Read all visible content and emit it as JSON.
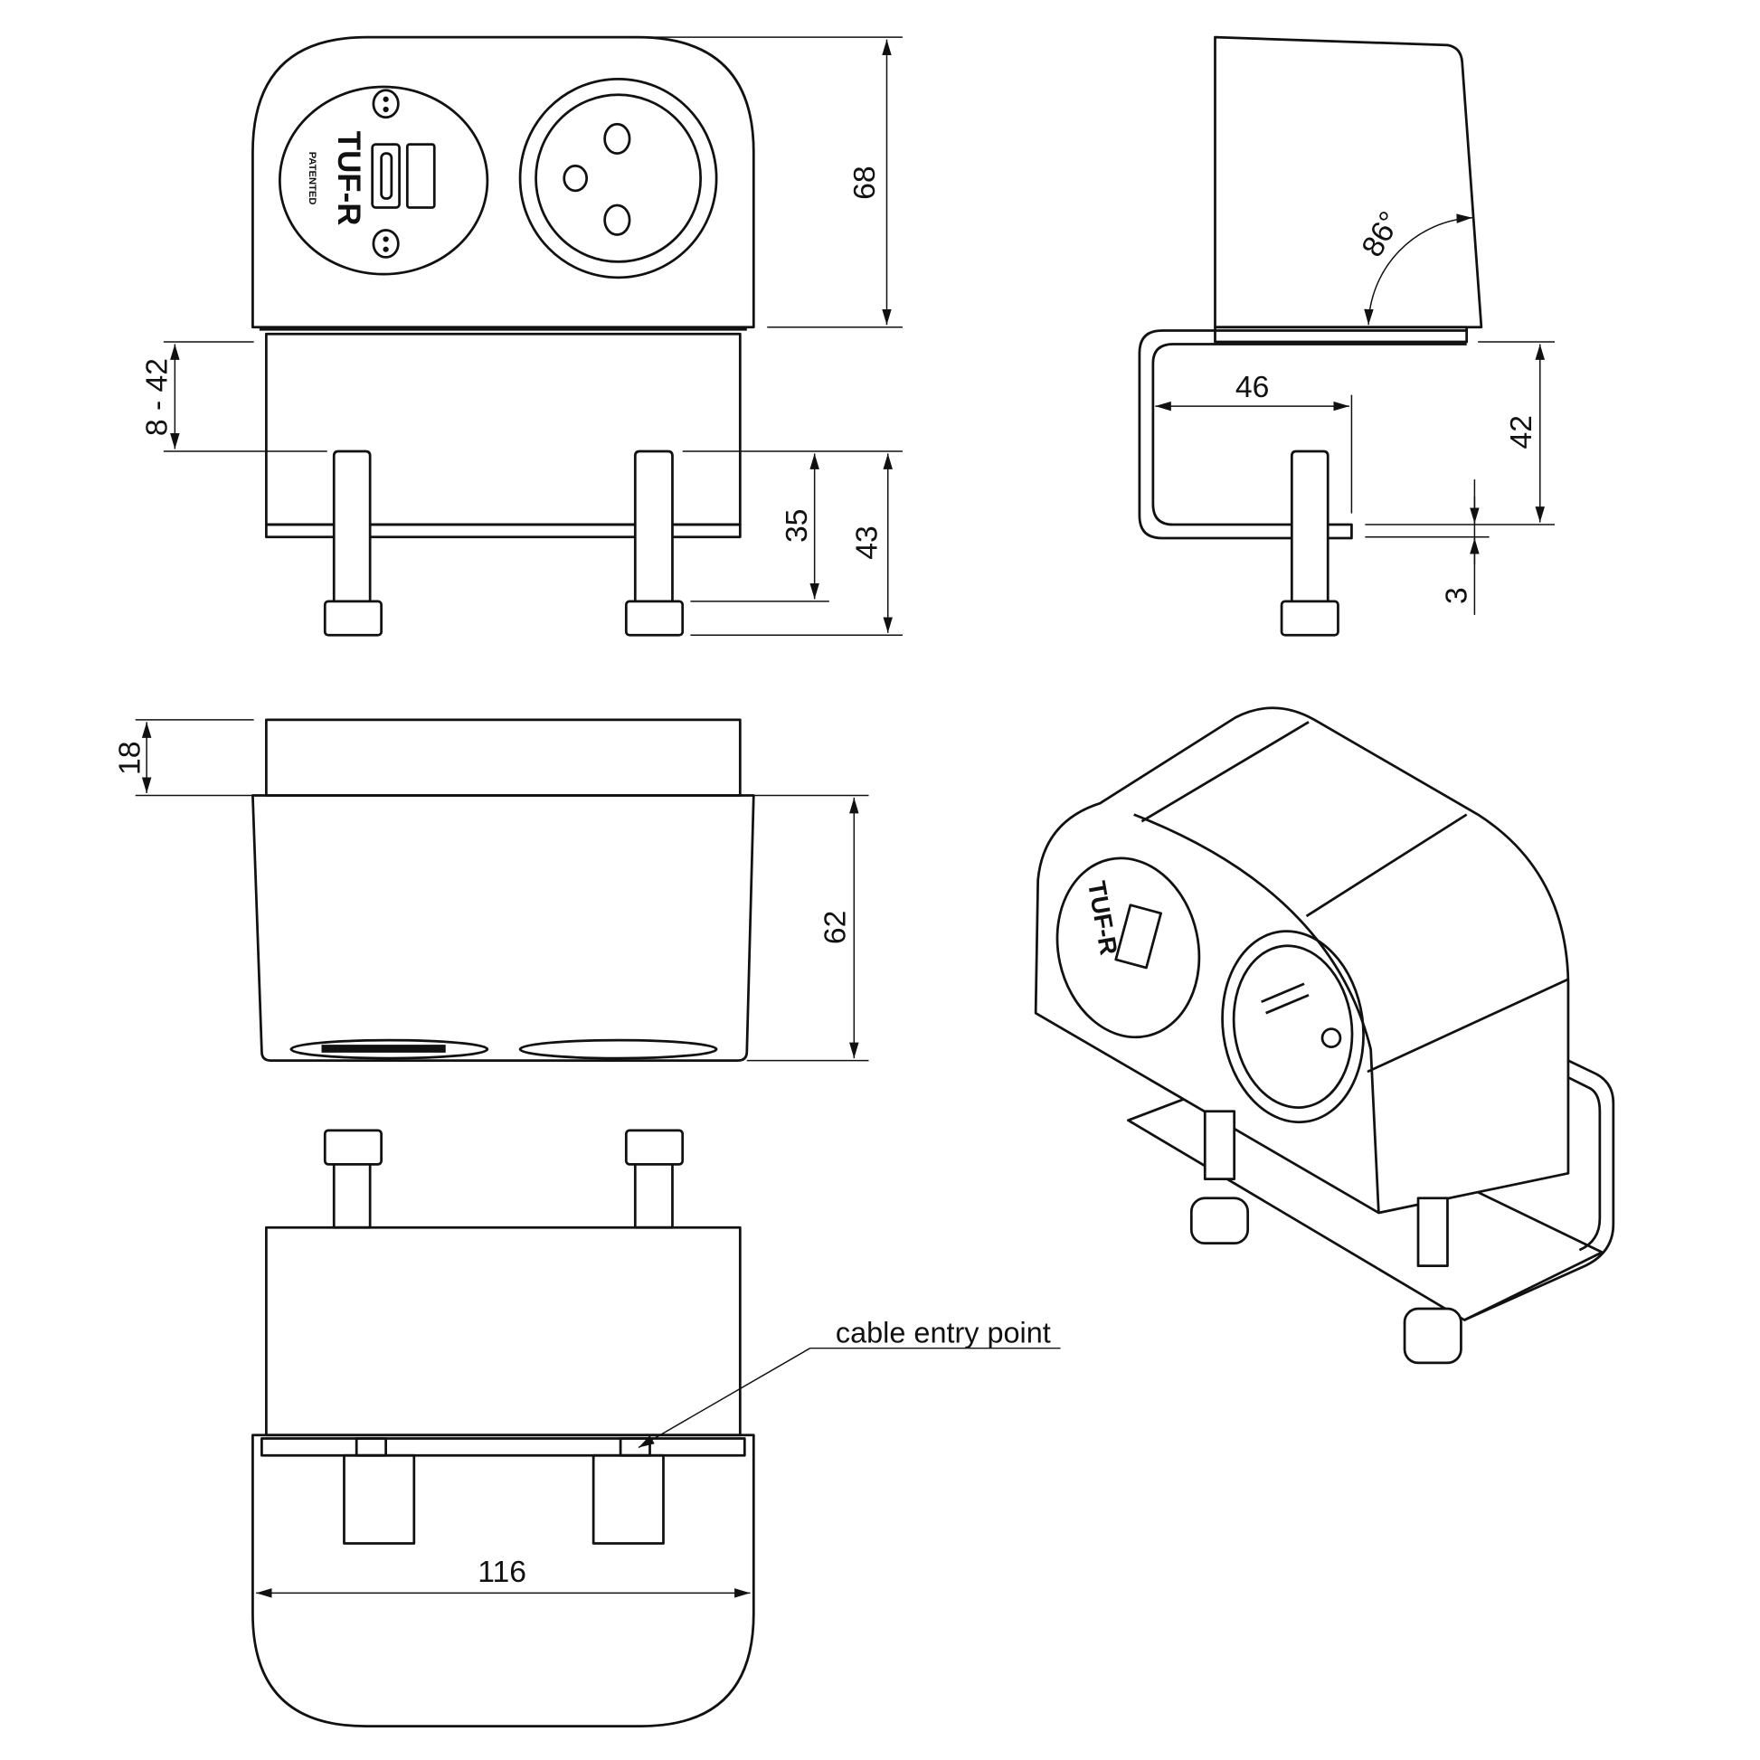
{
  "drawing": {
    "product_marking": "TUF-R",
    "product_sub_marking": "PATENTED",
    "front_view": {
      "height": "68",
      "thickness_range": "8 - 42",
      "bolt_length_inner": "35",
      "bolt_length_total": "43"
    },
    "side_view": {
      "angle": "86°",
      "depth": "46",
      "clamp_height": "42",
      "plate_thickness": "3"
    },
    "top_view": {
      "upper_height": "18",
      "body_height": "62"
    },
    "bottom_view": {
      "width": "116",
      "callout": "cable entry point"
    }
  },
  "colors": {
    "line": "#111111",
    "background": "#ffffff"
  }
}
